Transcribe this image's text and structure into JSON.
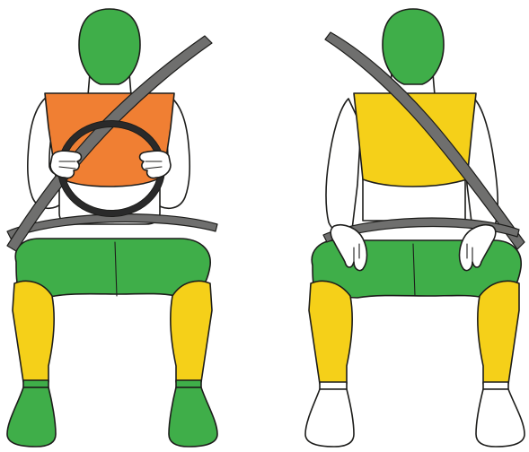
{
  "figures": [
    {
      "role": "driver",
      "zones": [
        {
          "part": "head",
          "color": "#3fae49"
        },
        {
          "part": "chest",
          "color": "#f07f33"
        },
        {
          "part": "upper-legs",
          "color": "#3fae49"
        },
        {
          "part": "lower-legs",
          "color": "#f5d019"
        },
        {
          "part": "feet",
          "color": "#3fae49"
        }
      ],
      "has_steering_wheel": true
    },
    {
      "role": "passenger",
      "zones": [
        {
          "part": "head",
          "color": "#3fae49"
        },
        {
          "part": "chest",
          "color": "#f5d019"
        },
        {
          "part": "upper-legs",
          "color": "#3fae49"
        },
        {
          "part": "lower-legs",
          "color": "#f5d019"
        },
        {
          "part": "feet",
          "color": "#ffffff"
        }
      ],
      "has_steering_wheel": false
    }
  ],
  "colors": {
    "green": "#3fae49",
    "orange": "#f07f33",
    "yellow": "#f5d019",
    "white": "#ffffff",
    "belt": "#6f6f6e",
    "outline": "#1d1d1b"
  }
}
